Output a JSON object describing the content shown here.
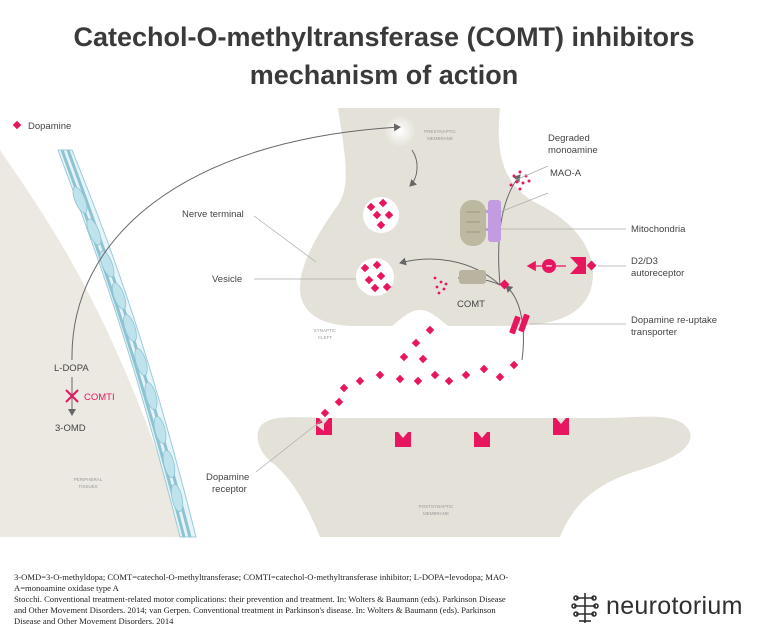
{
  "title": {
    "line1": "Catechol-O-methyltransferase (COMT) inhibitors",
    "line2": "mechanism of action"
  },
  "legend": {
    "dopamine_label": "Dopamine",
    "dopamine_color": "#e8155f"
  },
  "labels": {
    "presynaptic_line1": "PRESYNAPTIC",
    "presynaptic_line2": "MEMBRANE",
    "nerve_terminal": "Nerve terminal",
    "vesicle": "Vesicle",
    "degraded_line1": "Degraded",
    "degraded_line2": "monoamine",
    "mao_a": "MAO-A",
    "mitochondria": "Mitochondria",
    "d2d3_line1": "D2/D3",
    "d2d3_line2": "autoreceptor",
    "comt": "COMT",
    "reuptake_line1": "Dopamine re-uptake",
    "reuptake_line2": "transporter",
    "synaptic_line1": "SYNAPTIC",
    "synaptic_line2": "CLEFT",
    "l_dopa": "L-DOPA",
    "comti": "COMTI",
    "three_omd": "3-OMD",
    "peripheral_line1": "PERIPHERAL",
    "peripheral_line2": "TISSUES",
    "receptor_line1": "Dopamine",
    "receptor_line2": "receptor",
    "postsynaptic_line1": "POSTSYNAPTIC",
    "postsynaptic_line2": "MEMBRANE",
    "minus_sign": "−"
  },
  "footer": {
    "line1": "3-OMD=3-O-methyldopa; COMT=catechol-O-methyltransferase; COMTI=catechol-O-methyltransferase inhibitor; L-DOPA=levodopa; MAO-",
    "line2": "A=monoamine oxidase type A",
    "line3": "Stocchi. Conventional treatment-related motor complications: their prevention and treatment. In: Wolters & Baumann (eds). Parkinson Disease",
    "line4": "and Other Movement Disorders. 2014; van Gerpen. Conventional treatment in Parkinson's disease. In: Wolters & Baumann (eds). Parkinson",
    "line5": "Disease and Other Movement Disorders. 2014"
  },
  "logo": {
    "text": "neurotorium"
  },
  "colors": {
    "membrane": "#e4e2d8",
    "membrane_dark": "#d9d6ca",
    "background_tissue": "#eceae2",
    "axon_sheath": "#bfe3ec",
    "mitochondria": "#bdb8a0",
    "mao_a": "#c39be0",
    "comt_enzyme": "#b8b4a0",
    "inhibit_red": "#e8155f"
  }
}
